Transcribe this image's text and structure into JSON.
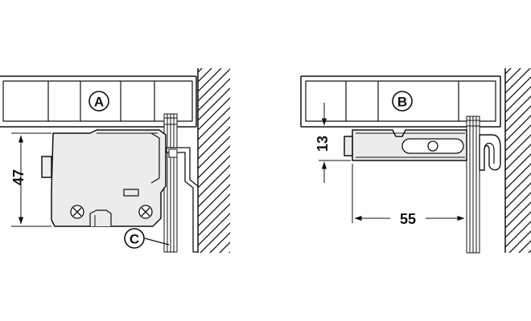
{
  "labels": {
    "view_a": "A",
    "view_b": "B",
    "part_c": "C"
  },
  "dimensions": {
    "height_a": "47",
    "height_b": "13",
    "width_b": "55"
  },
  "colors": {
    "body_fill": "#ececec",
    "stroke": "#111111"
  }
}
